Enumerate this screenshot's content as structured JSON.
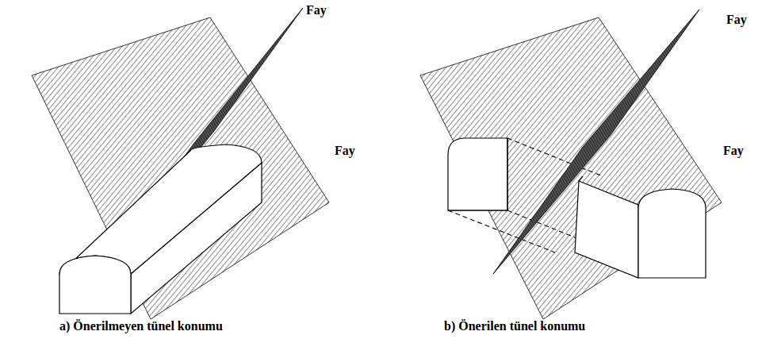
{
  "diagram": {
    "labels": [
      "Fay",
      "Fay",
      "Fay",
      "Fay",
      "a) Önerilmeyen tünel konumu",
      "b) Önerilen tünel konumu"
    ]
  }
}
